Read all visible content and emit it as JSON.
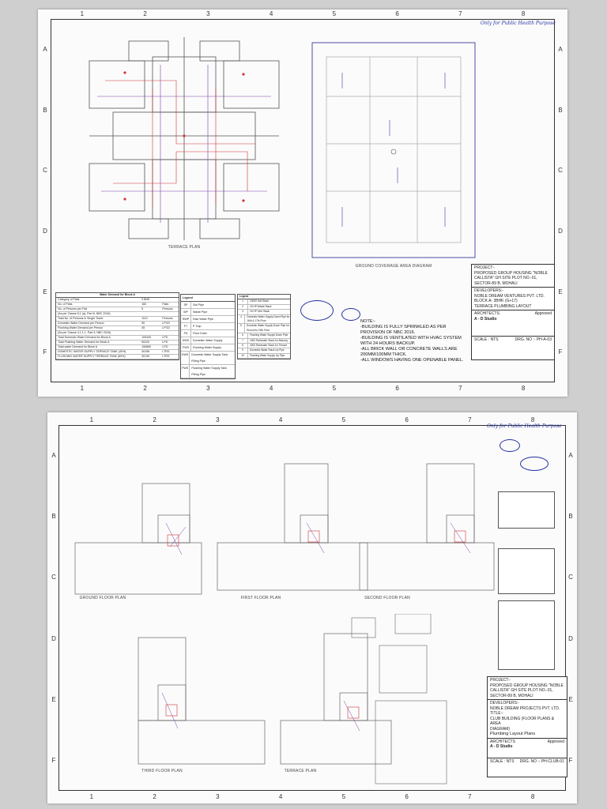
{
  "sheet1": {
    "col_numbers": [
      "1",
      "2",
      "3",
      "4",
      "5",
      "6",
      "7",
      "8"
    ],
    "row_letters": [
      "A",
      "B",
      "C",
      "D",
      "E",
      "F"
    ],
    "terrace_caption": "TERRACE PLAN",
    "ground_caption": "GROUND COVERAGE AREA DIAGRAM",
    "water_table": {
      "title": "Water Demand for Block A",
      "rows": [
        [
          "Category of Flats",
          "3 BHK",
          ""
        ],
        [
          "No. of Flats",
          "160",
          "Flats"
        ],
        [
          "No. of Persons per Flat",
          "5",
          "Persons"
        ],
        [
          "(As per Clause 6.1 (a), Part 8, NBC 2016)",
          "",
          ""
        ],
        [
          "Total No. of Persons in Single Tower",
          "1110",
          "Persons"
        ],
        [
          "Domestic Water Demand per Person",
          "90",
          "LPCD"
        ],
        [
          "Flushing Water Demand per Person",
          "45",
          "LPCD"
        ],
        [
          "(As per Clause 4.1.1.1, Part 9, NBC 2016)",
          "",
          ""
        ],
        [
          "Total Domestic Water Demand for Block A",
          "100440",
          "LPD"
        ],
        [
          "Total Flushing Water Demand for Block A",
          "50220",
          "LPD"
        ],
        [
          "Total water Demand for Block A",
          "150660",
          "LPD"
        ],
        [
          "DOMESTIC WATER SUPPLY TERRACE TANK (40%)",
          "40196",
          "LTRS"
        ],
        [
          "FLUSHING WATER SUPPLY TERRACE TANK (60%)",
          "30139",
          "LTRS"
        ]
      ]
    },
    "legend1": {
      "title": "Legend",
      "items": [
        [
          "SP",
          "Soil Pipe"
        ],
        [
          "WP",
          "Waste Pipe"
        ],
        [
          "RWP",
          "Rain Water Pipe"
        ],
        [
          "FT",
          "P Trap"
        ],
        [
          "FD",
          "Floor Drain"
        ],
        [
          "DWS",
          "Domestic Water Supply"
        ],
        [
          "FWS",
          "Flushing Water Supply"
        ],
        [
          "DWS",
          "Domestic Water Supply Tank Filling Pipe"
        ],
        [
          "FWS",
          "Flushing Water Supply Tank Filling Pipe"
        ]
      ]
    },
    "legend2": {
      "title": "Legend",
      "items": [
        [
          "1",
          "10000 Soil Stack"
        ],
        [
          "2",
          "15 HP Waste Stack"
        ],
        [
          "3",
          "15 HP Vent Stack"
        ],
        [
          "4",
          "Domestic Water Supply Down Pipe for 16th & 17th Floor"
        ],
        [
          "5",
          "Domestic Water Supply Down Pipe for Ground to 15th Floor"
        ],
        [
          "6",
          "Flushing Water Supply Down Pipe"
        ],
        [
          "7",
          "1500 Rainwater Stack for Balcony"
        ],
        [
          "8",
          "3000 Rainwater Stack for Terrace"
        ],
        [
          "9",
          "Domestic Water Stack Up Pipe"
        ],
        [
          "10",
          "Flushing Water Supply Up Pipe"
        ]
      ]
    },
    "notes": {
      "heading": "NOTE:-",
      "lines": [
        "-BUILDING IS FULLY SPRINKLED AS PER",
        "PROVISION OF NBC 2016.",
        "-BUILDING IS VENTILATED WITH HVAC SYSTEM",
        "WITH 24 HOURS BACKUP.",
        "-ALL BRICK WALL OR CONCRETE WALLS ARE",
        "200MM/100MM THICK.",
        "-ALL WINDOWS HAVING ONE OPENABLE PANEL."
      ]
    },
    "title_block": {
      "project_label": "PROJECT:-",
      "project_lines": [
        "PROPOSED GROUP HOUSING \"NOBLE",
        "CALLISTA\" GH SITE PLOT NO.-01,",
        "SECTOR-89 B, MOHALI"
      ],
      "developers_label": "DEVELOPERS:-",
      "developers": "NOBLE DREAM VENTURES PVT. LTD.",
      "block": "BLOCK A- 3BHK (G+17)",
      "drawing": "TERRACE PLUMBING LAYOUT",
      "architect": "ARCHITECTS",
      "architect_name": "A - D Studio",
      "approved": "Approved",
      "scale": "SCALE : NTS",
      "drg": "DRG. NO :- PH-A-03"
    },
    "handwriting": "Only for Public Health Purpose"
  },
  "sheet2": {
    "col_numbers": [
      "1",
      "2",
      "3",
      "4",
      "5",
      "6",
      "7",
      "8"
    ],
    "row_letters": [
      "A",
      "B",
      "C",
      "D",
      "E",
      "F"
    ],
    "plans": [
      "GROUND FLOOR PLAN",
      "FIRST FLOOR PLAN",
      "SECOND FLOOR PLAN",
      "THIRD FLOOR PLAN",
      "TERRACE PLAN"
    ],
    "title_block": {
      "project_label": "PROJECT:-",
      "project_lines": [
        "PROPOSED GROUP HOUSING \"NOBLE",
        "CALLISTA\" GH SITE PLOT NO.-01,",
        "SECTOR-89 B, MOHALI"
      ],
      "developers_label": "DEVELOPERS:-",
      "developers": "NOBLE DREAM PROJECTS PVT. LTD.",
      "title_label": "TITLE:-",
      "title_lines": [
        "CLUB BUILDING (FLOOR PLANS & AREA",
        "DIAGRAM)"
      ],
      "drawing": "Plumbing Layout Plans",
      "architect": "ARCHITECTS",
      "architect_name": "A - D Studio",
      "approved": "Approved",
      "scale": "SCALE : NTS",
      "drg": "DRG. NO :- PH-CLUB-01"
    },
    "handwriting": "Only for Public Health Purpose"
  },
  "colors": {
    "ink": "#2432a3",
    "pipe_red": "#d2343a",
    "pipe_purple": "#7b3fa8",
    "line": "#555555"
  }
}
